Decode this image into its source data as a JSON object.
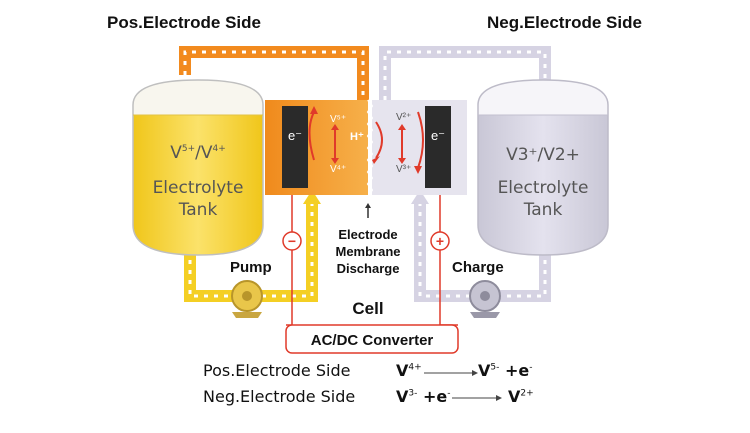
{
  "header": {
    "pos_side_label": "Pos.Electrode Side",
    "neg_side_label": "Neg.Electrode Side"
  },
  "left_tank": {
    "species_a": "V",
    "species_a_sup": "5+",
    "sep": "/V",
    "species_b_sup": "4+",
    "line2": "Electrolyte",
    "line3": "Tank"
  },
  "right_tank": {
    "line1": "V3⁺/V2+",
    "line2": "Electrolyte",
    "line3": "Tank"
  },
  "cell": {
    "electrode_left": "e⁻",
    "electrode_right": "e⁻",
    "ion_v5": "V⁵⁺",
    "ion_v4": "V⁴⁺",
    "ion_h": "H⁺",
    "ion_v2": "V²⁺",
    "ion_v3": "V³⁺",
    "membrane_label_1": "Electrode",
    "membrane_label_2": "Membrane",
    "membrane_label_3": "Discharge",
    "cell_label": "Cell",
    "minus_sign": "−",
    "plus_sign": "+"
  },
  "labels": {
    "pump": "Pump",
    "charge": "Charge",
    "converter": "AC/DC Converter"
  },
  "equations": [
    {
      "side": "Pos.Electrode Side",
      "left": "V",
      "left_sup": "4+",
      "right": "V",
      "right_sup": "5-",
      "right_tail": " +e",
      "right_tail_sup": "-"
    },
    {
      "side": "Neg.Electrode Side",
      "left": "V",
      "left_sup": "3-",
      "left_tail": " +e",
      "left_tail_sup": "-",
      "right": "V",
      "right_sup": "2+"
    }
  ],
  "colors": {
    "orange": "#f28a1e",
    "yellow": "#f4cf24",
    "lavender": "#cfcbe0",
    "red": "#e03a2a",
    "electrode": "#2a2a2a"
  }
}
